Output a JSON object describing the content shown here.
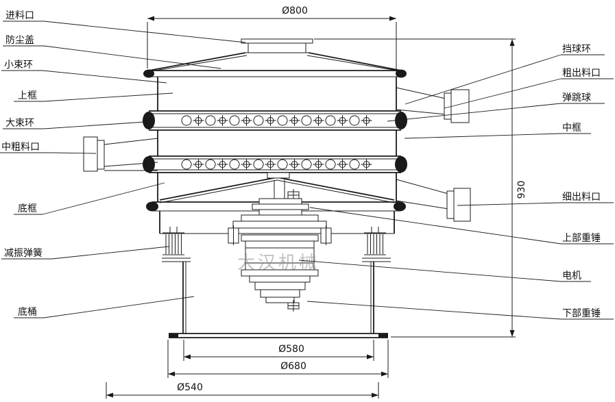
{
  "diagram": {
    "watermark": "大汉机械",
    "labels": {
      "feed_inlet": "进料口",
      "dust_cover": "防尘盖",
      "small_clamp_ring": "小束环",
      "upper_frame": "上框",
      "large_clamp_ring": "大束环",
      "mid_coarse_outlet": "中粗料口",
      "bottom_frame": "底框",
      "damping_spring": "减振弹簧",
      "bottom_barrel": "底桶",
      "ball_stop_ring": "挡球环",
      "coarse_outlet": "粗出料口",
      "bouncing_ball": "弹跳球",
      "middle_frame": "中框",
      "fine_outlet": "细出料口",
      "upper_weight": "上部重锤",
      "motor": "电机",
      "lower_weight": "下部重锤"
    },
    "dimensions": {
      "top_diameter": "Ø800",
      "total_height": "930",
      "barrel_inner_diameter": "Ø580",
      "barrel_outer_diameter": "Ø680",
      "base_diameter": "Ø540"
    }
  }
}
